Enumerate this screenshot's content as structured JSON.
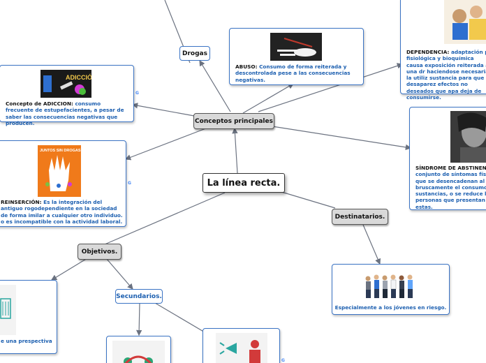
{
  "central": "La línea recta.",
  "nodes": {
    "conceptos": "Conceptos principales",
    "drogas": "Drogas",
    "destinatarios": "Destinatarios.",
    "objetivos": "Objetivos.",
    "secundarios": "Secundarios."
  },
  "cards": {
    "adiccion": {
      "image_text": "ADICCIÓN",
      "term": "Concepto de ADICCION",
      "def": "consumo frecuente de estupefacientes, a pesar de saber las consecuencias negativas que producen."
    },
    "abuso": {
      "term": "ABUSO",
      "def": "Consumo de forma reiterada y descontrolada pese a las consecuencias negativas."
    },
    "dependencia": {
      "term": "DEPENDENCIA",
      "def": "adaptación ps fisiológica y bioquímica causa exposición reiterada a una dr haciendose necesaria la utiliz sustancia para que desaparez efectos no deseados que apa deja de consumirse."
    },
    "reinsercion": {
      "image_text": "JUNTOS SIN DROGAS",
      "term": "REINSERCIÓN",
      "def": "Es la integración del antiguo rogodependiente en la sociedad de forma imilar a cualquier otro individuo. o es incompatible con la actividad laboral."
    },
    "abstinencia": {
      "term": "SÍNDROME DE ABSTINENC",
      "def": "conjunto de síntomas físi que se desencadenan al i bruscamente el consumo sustancias, o se reduce la personas que presentan d estas."
    },
    "jovenes": {
      "def": "Especialmente a los jóvenes en riesgo."
    },
    "objetivo_left": {
      "def": "e una prespectiva"
    }
  },
  "colors": {
    "line": "#6b7280",
    "card_border": "#3a73c4",
    "highlight_text": "#1c5fb0",
    "node_fill": "#d9d9d9"
  }
}
